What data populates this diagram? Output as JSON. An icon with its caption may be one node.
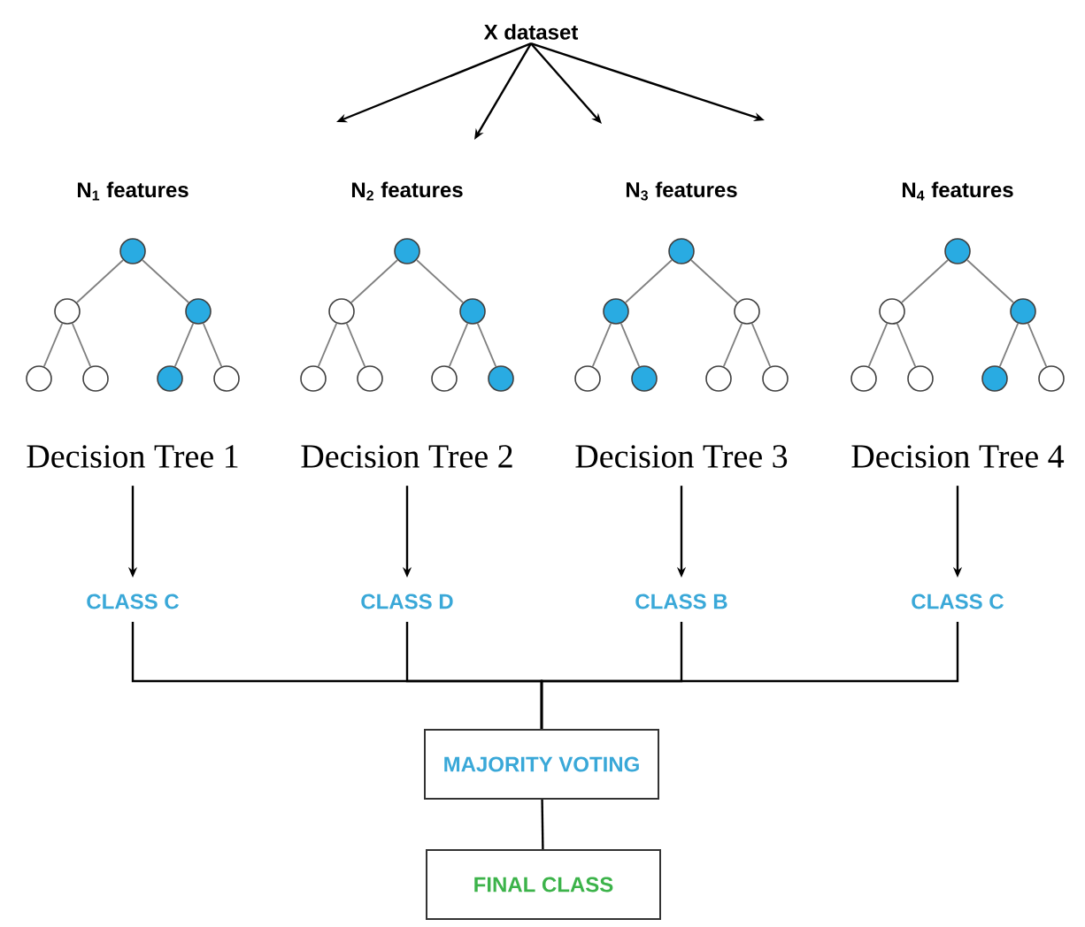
{
  "diagram": {
    "nodes": [
      {
        "text": [
          "X dataset"
        ]
      },
      {
        "text": [],
        "shape": "circle"
      },
      {
        "text": [],
        "shape": "circle"
      },
      {
        "text": [],
        "shape": "circle"
      },
      {
        "text": [],
        "shape": "circle"
      },
      {
        "text": [],
        "shape": "circle"
      },
      {
        "text": [],
        "shape": "circle"
      },
      {
        "text": [],
        "shape": "circle"
      },
      {
        "text": [
          "Decision Tree 1"
        ]
      },
      {
        "text": [
          "CLASS C"
        ]
      },
      {
        "text": [],
        "shape": "circle"
      },
      {
        "text": [],
        "shape": "circle"
      },
      {
        "text": [],
        "shape": "circle"
      },
      {
        "text": [],
        "shape": "circle"
      },
      {
        "text": [],
        "shape": "circle"
      },
      {
        "text": [],
        "shape": "circle"
      },
      {
        "text": [],
        "shape": "circle"
      },
      {
        "text": [
          "Decision Tree 2"
        ]
      },
      {
        "text": [
          "CLASS D"
        ]
      },
      {
        "text": [],
        "shape": "circle"
      },
      {
        "text": [],
        "shape": "circle"
      },
      {
        "text": [],
        "shape": "circle"
      },
      {
        "text": [],
        "shape": "circle"
      },
      {
        "text": [],
        "shape": "circle"
      },
      {
        "text": [],
        "shape": "circle"
      },
      {
        "text": [],
        "shape": "circle"
      },
      {
        "text": [
          "Decision Tree 3"
        ]
      },
      {
        "text": [
          "CLASS B"
        ]
      },
      {
        "text": [],
        "shape": "circle"
      },
      {
        "text": [],
        "shape": "circle"
      },
      {
        "text": [],
        "shape": "circle"
      },
      {
        "text": [],
        "shape": "circle"
      },
      {
        "text": [],
        "shape": "circle"
      },
      {
        "text": [],
        "shape": "circle"
      },
      {
        "text": [],
        "shape": "circle"
      },
      {
        "text": [
          "Decision Tree 4"
        ]
      },
      {
        "text": [
          "CLASS C"
        ]
      },
      {
        "text": [
          "MAJORITY VOTING"
        ]
      },
      {
        "text": [
          "FINAL CLASS"
        ]
      }
    ],
    "edges": [
      {
        "from": 0,
        "to": null,
        "arrow": "to",
        "color": "#000000"
      },
      {
        "from": 0,
        "to": null,
        "arrow": "to",
        "color": "#000000"
      },
      {
        "from": 0,
        "to": null,
        "arrow": "to",
        "color": "#000000"
      },
      {
        "from": 0,
        "to": null,
        "arrow": "to",
        "color": "#000000"
      },
      {
        "from": 1,
        "to": 2,
        "arrow": "none"
      },
      {
        "from": 1,
        "to": 3,
        "arrow": "none"
      },
      {
        "from": 2,
        "to": 4,
        "arrow": "none"
      },
      {
        "from": 2,
        "to": 5,
        "arrow": "none"
      },
      {
        "from": 3,
        "to": 6,
        "arrow": "none"
      },
      {
        "from": 3,
        "to": 7,
        "arrow": "none"
      },
      {
        "from": 10,
        "to": 11,
        "arrow": "none"
      },
      {
        "from": 10,
        "to": 12,
        "arrow": "none"
      },
      {
        "from": 11,
        "to": 13,
        "arrow": "none"
      },
      {
        "from": 11,
        "to": 14,
        "arrow": "none"
      },
      {
        "from": 12,
        "to": 15,
        "arrow": "none"
      },
      {
        "from": 12,
        "to": 16,
        "arrow": "none"
      },
      {
        "from": 19,
        "to": 20,
        "arrow": "none"
      },
      {
        "from": 19,
        "to": 21,
        "arrow": "none"
      },
      {
        "from": 20,
        "to": 22,
        "arrow": "none"
      },
      {
        "from": 20,
        "to": 23,
        "arrow": "none"
      },
      {
        "from": 21,
        "to": 24,
        "arrow": "none"
      },
      {
        "from": 21,
        "to": 25,
        "arrow": "none"
      },
      {
        "from": 28,
        "to": 29,
        "arrow": "none"
      },
      {
        "from": 28,
        "to": 30,
        "arrow": "none"
      },
      {
        "from": 29,
        "to": 31,
        "arrow": "none"
      },
      {
        "from": 29,
        "to": 32,
        "arrow": "none"
      },
      {
        "from": 30,
        "to": 33,
        "arrow": "none"
      },
      {
        "from": 30,
        "to": 34,
        "arrow": "none"
      },
      {
        "from": 8,
        "to": 9,
        "arrow": "to",
        "color": "#000000"
      },
      {
        "from": 17,
        "to": 18,
        "arrow": "to",
        "color": "#000000"
      },
      {
        "from": 26,
        "to": 27,
        "arrow": "to",
        "color": "#000000"
      },
      {
        "from": 35,
        "to": 36,
        "arrow": "to",
        "color": "#000000"
      },
      {
        "from": 9,
        "to": 37,
        "arrow": "none",
        "color": "#000000"
      },
      {
        "from": 18,
        "to": 37,
        "arrow": "none",
        "color": "#000000"
      },
      {
        "from": 27,
        "to": 37,
        "arrow": "none",
        "color": "#000000"
      },
      {
        "from": 36,
        "to": 37,
        "arrow": "none",
        "color": "#000000"
      },
      {
        "from": 37,
        "to": 38,
        "arrow": "none",
        "color": "#000000"
      }
    ],
    "labels": [
      "N$_{1}$ features",
      "N$_{2}$ features",
      "N$_{3}$ features",
      "N$_{4}$ features"
    ]
  }
}
